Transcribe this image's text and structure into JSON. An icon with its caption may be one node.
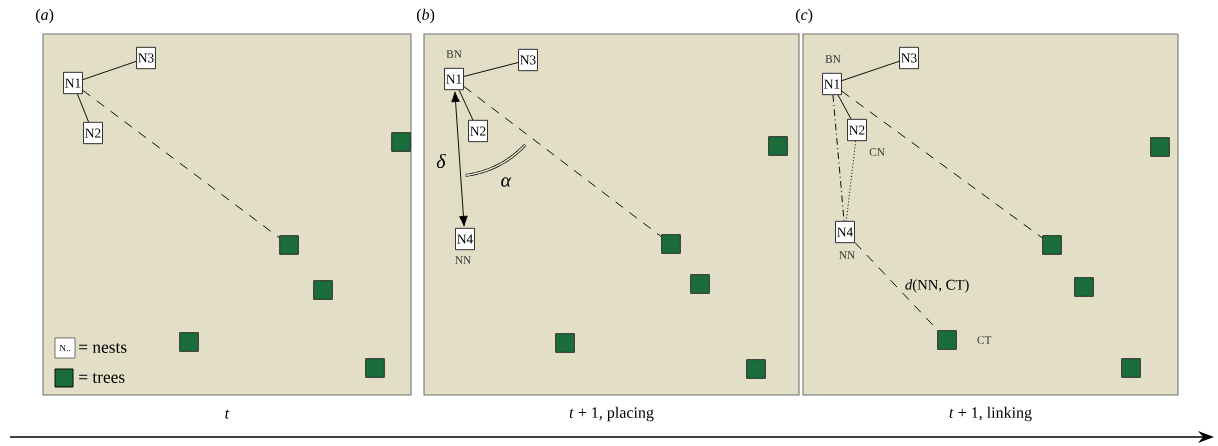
{
  "diagram": {
    "nodes": [
      {
        "text": [
          "(*a*)"
        ],
        "beside": [
          "*t*"
        ]
      },
      {
        "text": [
          "N1"
        ],
        "in": 0
      },
      {
        "text": [
          "N2"
        ],
        "in": 0
      },
      {
        "text": [
          "N3"
        ],
        "in": 0
      },
      {
        "text": [],
        "shape": "box",
        "in": 0
      },
      {
        "text": [],
        "shape": "box",
        "in": 0
      },
      {
        "text": [],
        "shape": "box",
        "in": 0
      },
      {
        "text": [],
        "shape": "box",
        "in": 0
      },
      {
        "text": [],
        "shape": "box",
        "in": 0
      },
      {
        "text": [
          "(*b*)"
        ],
        "beside": [
          "*t* + 1, placing"
        ]
      },
      {
        "text": [
          "N1"
        ],
        "in": 9,
        "beside": [
          "BN"
        ]
      },
      {
        "text": [
          "N2"
        ],
        "in": 9
      },
      {
        "text": [
          "N3"
        ],
        "in": 9
      },
      {
        "text": [
          "N4"
        ],
        "in": 9,
        "beside": [
          "NN"
        ]
      },
      {
        "text": [],
        "shape": "box",
        "in": 9
      },
      {
        "text": [],
        "shape": "box",
        "in": 9
      },
      {
        "text": [],
        "shape": "box",
        "in": 9
      },
      {
        "text": [],
        "shape": "box",
        "in": 9
      },
      {
        "text": [],
        "shape": "box",
        "in": 9
      },
      {
        "text": [
          "(*c*)"
        ],
        "beside": [
          "*t* + 1, linking"
        ]
      },
      {
        "text": [
          "N1"
        ],
        "in": 19,
        "beside": [
          "BN"
        ]
      },
      {
        "text": [
          "N2"
        ],
        "in": 19,
        "beside": [
          "CN"
        ]
      },
      {
        "text": [
          "N3"
        ],
        "in": 19
      },
      {
        "text": [
          "N4"
        ],
        "in": 19,
        "beside": [
          "NN"
        ]
      },
      {
        "text": [],
        "shape": "box",
        "in": 19
      },
      {
        "text": [],
        "shape": "box",
        "in": 19
      },
      {
        "text": [],
        "shape": "box",
        "in": 19
      },
      {
        "text": [],
        "shape": "box",
        "in": 19,
        "beside": [
          "CT"
        ]
      },
      {
        "text": [],
        "shape": "box",
        "in": 19
      }
    ],
    "edges": [
      {
        "from": 1,
        "to": 3,
        "arrow": "none"
      },
      {
        "from": 1,
        "to": 2,
        "arrow": "none"
      },
      {
        "from": 1,
        "to": 5,
        "arrow": "none",
        "style": "dashed"
      },
      {
        "from": 10,
        "to": 12,
        "arrow": "none"
      },
      {
        "from": 10,
        "to": 11,
        "arrow": "none"
      },
      {
        "from": 10,
        "to": 15,
        "arrow": "none",
        "style": "dashed"
      },
      {
        "from": 10,
        "to": 13,
        "arrow": "both"
      },
      {
        "from": 20,
        "to": 22,
        "arrow": "none"
      },
      {
        "from": 20,
        "to": 21,
        "arrow": "none"
      },
      {
        "from": 20,
        "to": 25,
        "arrow": "none",
        "style": "dashed"
      },
      {
        "from": 20,
        "to": 23,
        "arrow": "none",
        "style": "dashed"
      },
      {
        "from": 21,
        "to": 23,
        "arrow": "none",
        "style": "dashed"
      },
      {
        "from": 23,
        "to": 27,
        "arrow": "none",
        "style": "dashed",
        "label": "*d*(NN, CT)"
      }
    ],
    "labels": [
      "N..",
      "*δ*",
      "*α*"
    ],
    "legend": [
      {
        "text": "= nests"
      },
      {
        "text": "= trees",
        "color": "#1b6e3b"
      }
    ]
  }
}
